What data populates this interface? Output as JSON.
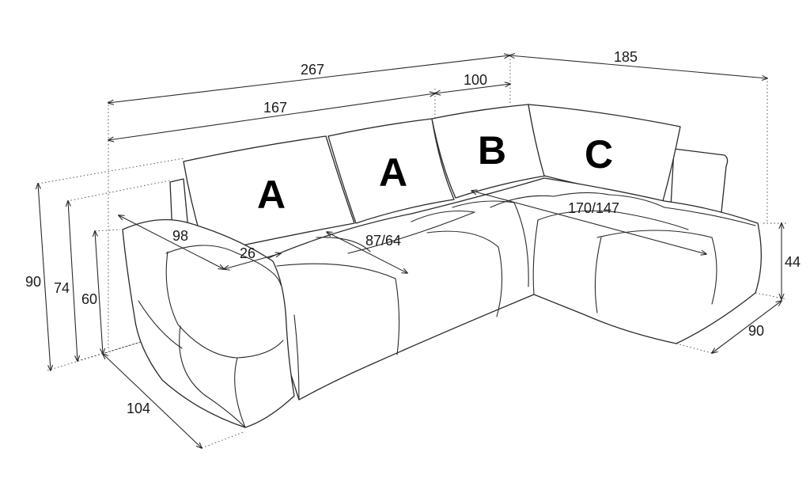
{
  "dimensions": {
    "total_width": "267",
    "seat_section": "167",
    "corner_section": "100",
    "chaise_length": "185",
    "height_back": "90",
    "height_armrest": "74",
    "height_seat": "60",
    "depth": "104",
    "armrest_depth": "98",
    "armrest_width": "26",
    "seat_depth": "87/64",
    "sleeping_length": "170/147",
    "chaise_height": "44",
    "chaise_width": "90"
  },
  "cushions": {
    "a1": "A",
    "a2": "A",
    "b": "B",
    "c": "C"
  },
  "colors": {
    "line": "#2a2a2a",
    "background": "#ffffff"
  }
}
